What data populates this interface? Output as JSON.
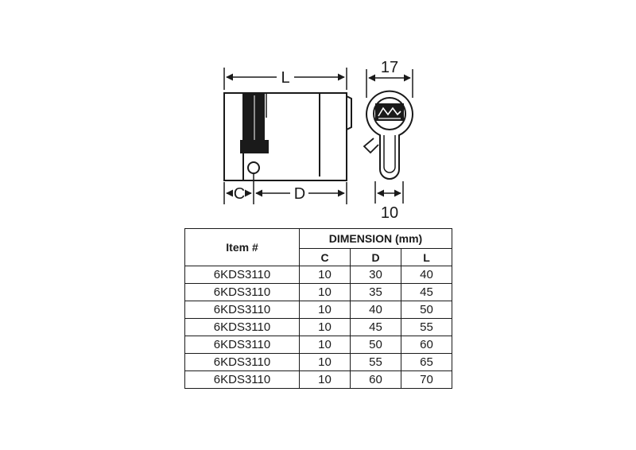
{
  "drawing": {
    "labels": {
      "length": "L",
      "c_dim": "C",
      "d_dim": "D",
      "width_top": "17",
      "width_bottom": "10"
    }
  },
  "table": {
    "item_header": "Item #",
    "dimension_header": "DIMENSION (mm)",
    "columns": [
      "C",
      "D",
      "L"
    ],
    "rows": [
      {
        "item": "6KDS3110",
        "c": "10",
        "d": "30",
        "l": "40"
      },
      {
        "item": "6KDS3110",
        "c": "10",
        "d": "35",
        "l": "45"
      },
      {
        "item": "6KDS3110",
        "c": "10",
        "d": "40",
        "l": "50"
      },
      {
        "item": "6KDS3110",
        "c": "10",
        "d": "45",
        "l": "55"
      },
      {
        "item": "6KDS3110",
        "c": "10",
        "d": "50",
        "l": "60"
      },
      {
        "item": "6KDS3110",
        "c": "10",
        "d": "55",
        "l": "65"
      },
      {
        "item": "6KDS3110",
        "c": "10",
        "d": "60",
        "l": "70"
      }
    ]
  }
}
